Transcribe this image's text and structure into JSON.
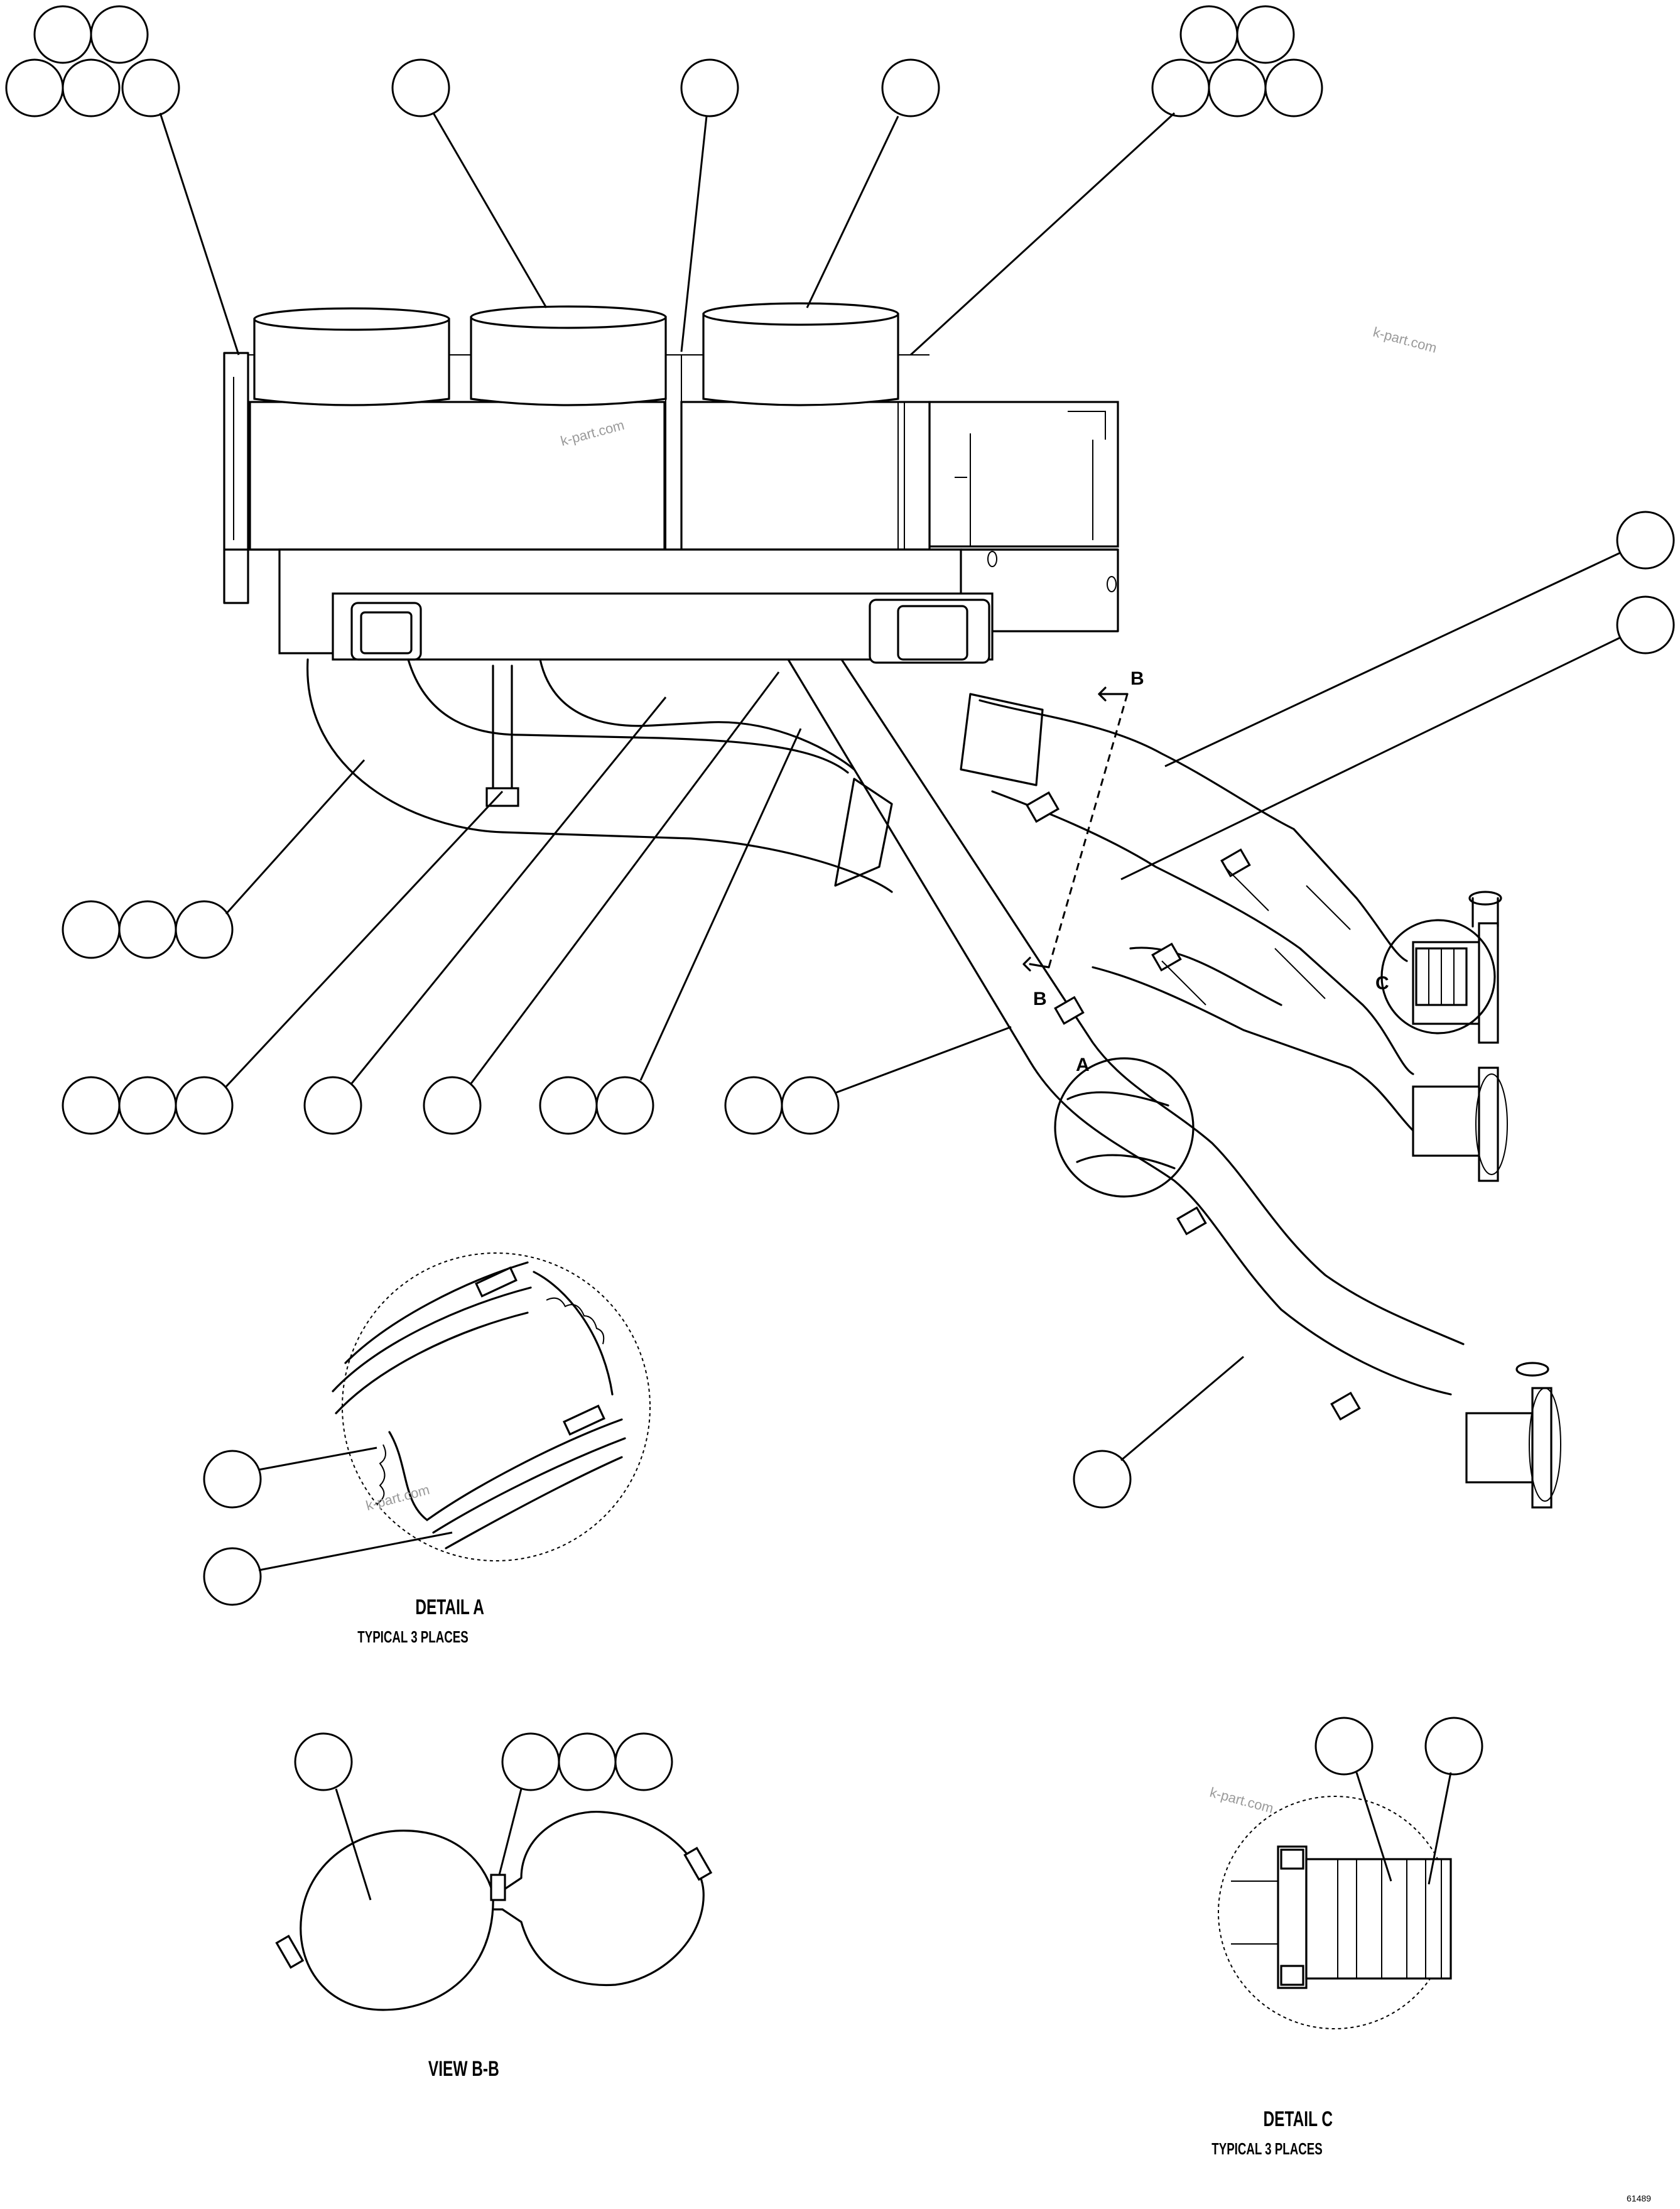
{
  "labels": {
    "detail_a": "DETAIL A",
    "detail_a_note": "TYPICAL 3 PLACES",
    "view_bb": "VIEW B-B",
    "detail_c": "DETAIL C",
    "detail_c_note": "TYPICAL 3 PLACES",
    "figure_number": "61489"
  },
  "callouts": {
    "section_b": "B",
    "detail_a": "A",
    "detail_c": "C"
  },
  "watermarks": [
    "k-part.com",
    "k-part.com",
    "k-part.com",
    "k-part.com"
  ]
}
